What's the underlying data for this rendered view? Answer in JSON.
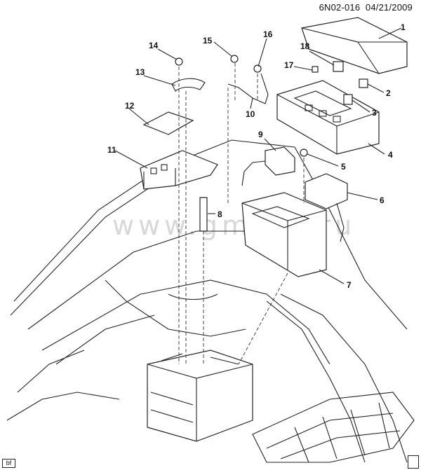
{
  "header": {
    "code": "6N02-016",
    "date": "04/21/2009"
  },
  "watermark": "www.gmsl...ru",
  "corner_mark": "bf",
  "callouts": [
    {
      "id": "1",
      "label": "1"
    },
    {
      "id": "2",
      "label": "2"
    },
    {
      "id": "3",
      "label": "3"
    },
    {
      "id": "4",
      "label": "4"
    },
    {
      "id": "5",
      "label": "5"
    },
    {
      "id": "6",
      "label": "6"
    },
    {
      "id": "7",
      "label": "7"
    },
    {
      "id": "8",
      "label": "8"
    },
    {
      "id": "9",
      "label": "9"
    },
    {
      "id": "10",
      "label": "10"
    },
    {
      "id": "11",
      "label": "11"
    },
    {
      "id": "12",
      "label": "12"
    },
    {
      "id": "13",
      "label": "13"
    },
    {
      "id": "14",
      "label": "14"
    },
    {
      "id": "15",
      "label": "15"
    },
    {
      "id": "16",
      "label": "16"
    },
    {
      "id": "17",
      "label": "17"
    },
    {
      "id": "18",
      "label": "18"
    }
  ]
}
